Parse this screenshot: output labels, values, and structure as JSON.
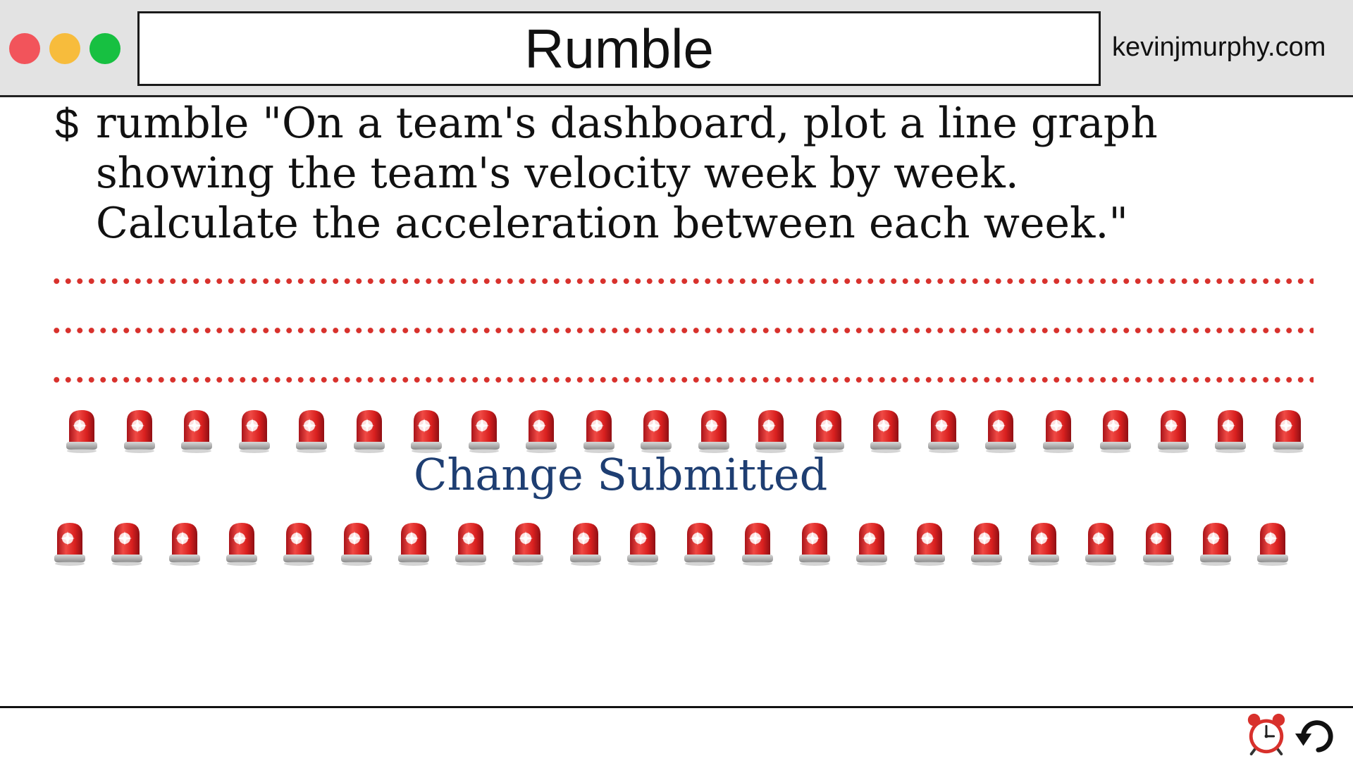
{
  "window": {
    "title": "Rumble",
    "site": "kevinjmurphy.com"
  },
  "command": {
    "prompt": "$",
    "lines": [
      "rumble \"On a team's dashboard, plot a line graph",
      "showing the team's velocity week by week.",
      "Calculate the acceleration between each week.\""
    ]
  },
  "siren_rows": {
    "top_count": 22,
    "bottom_count": 22,
    "icon": "police-siren-icon"
  },
  "status": {
    "text": "Change Submitted"
  },
  "footer": {
    "icons": [
      "alarm-clock-icon",
      "refresh-icon"
    ]
  },
  "colors": {
    "titlebar_bg": "#e3e3e3",
    "close": "#f2545b",
    "minimize": "#f7bc3c",
    "maximize": "#17c041",
    "dots": "#d8312c",
    "status_text": "#1e3e72"
  }
}
